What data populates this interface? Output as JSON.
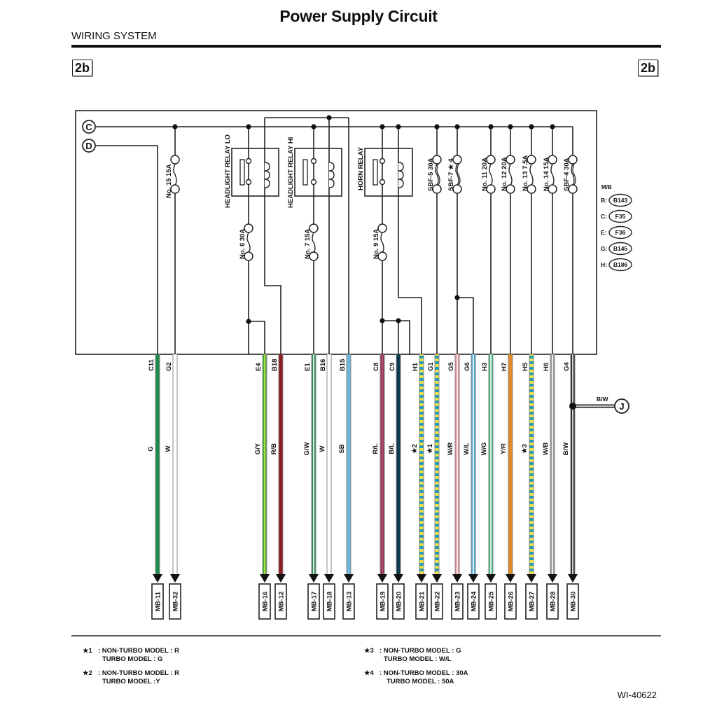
{
  "header": {
    "title": "Power Supply Circuit",
    "section": "WIRING SYSTEM",
    "page_ref_left": "2b",
    "page_ref_right": "2b"
  },
  "terminals": {
    "c": "C",
    "d": "D",
    "j": "J"
  },
  "relays": {
    "headlight_lo": "HEADLIGHT RELAY LO",
    "headlight_hi": "HEADLIGHT RELAY HI",
    "horn": "HORN RELAY"
  },
  "fuses": {
    "no15": "No. 15  15A",
    "no6": "No. 6  30A",
    "no7": "No. 7  15A",
    "no9": "No. 9  15A",
    "sbf5": "SBF-5  30A",
    "sbf7": "SBF-7 ★ 4",
    "no11": "No. 11  20A",
    "no12": "No. 12  20A",
    "no13": "No. 13  7.5A",
    "no14": "No. 14  15A",
    "sbf4": "SBF-4  30A"
  },
  "connector_legend": {
    "title": "M/B",
    "items": [
      {
        "key": "B:",
        "value": "B143"
      },
      {
        "key": "C:",
        "value": "F35"
      },
      {
        "key": "E:",
        "value": "F36"
      },
      {
        "key": "G:",
        "value": "B145"
      },
      {
        "key": "H:",
        "value": "B186"
      }
    ]
  },
  "wires": [
    {
      "pin": "C11",
      "color_code": "G",
      "dest": "MB-11",
      "colors": [
        "#1f8a4c"
      ]
    },
    {
      "pin": "G2",
      "color_code": "W",
      "dest": "MB-32",
      "colors": [
        "#ffffff"
      ]
    },
    {
      "pin": "E4",
      "color_code": "G/Y",
      "dest": "MB-16",
      "colors": [
        "#4aa83a",
        "#c8e650"
      ]
    },
    {
      "pin": "B18",
      "color_code": "R/B",
      "dest": "MB-12",
      "colors": [
        "#8b1d24"
      ]
    },
    {
      "pin": "E1",
      "color_code": "G/W",
      "dest": "MB-17",
      "colors": [
        "#2e8b57",
        "#ffffff"
      ]
    },
    {
      "pin": "B16",
      "color_code": "W",
      "dest": "MB-18",
      "colors": [
        "#ffffff"
      ]
    },
    {
      "pin": "B15",
      "color_code": "SB",
      "dest": "MB-13",
      "colors": [
        "#6bb8d8"
      ]
    },
    {
      "pin": "C8",
      "color_code": "R/L",
      "dest": "MB-19",
      "colors": [
        "#8a3a5a",
        "#c94a6a"
      ]
    },
    {
      "pin": "C9",
      "color_code": "B/L",
      "dest": "MB-20",
      "colors": [
        "#0d3a4a"
      ]
    },
    {
      "pin": "H1",
      "color_code": "★2",
      "dest": "MB-21",
      "colors": [
        "#1e9ab8",
        "#f2e24a"
      ],
      "dashed": true
    },
    {
      "pin": "G1",
      "color_code": "★1",
      "dest": "MB-22",
      "colors": [
        "#1e9ab8",
        "#f2e24a"
      ],
      "dashed": true
    },
    {
      "pin": "G5",
      "color_code": "W/R",
      "dest": "MB-23",
      "colors": [
        "#e88a92",
        "#ffffff"
      ]
    },
    {
      "pin": "G6",
      "color_code": "W/L",
      "dest": "MB-24",
      "colors": [
        "#4aa8d8",
        "#ffffff"
      ]
    },
    {
      "pin": "H3",
      "color_code": "W/G",
      "dest": "MB-25",
      "colors": [
        "#3cb878",
        "#ffffff"
      ]
    },
    {
      "pin": "H7",
      "color_code": "Y/R",
      "dest": "MB-26",
      "colors": [
        "#e08a2a"
      ]
    },
    {
      "pin": "H5",
      "color_code": "★3",
      "dest": "MB-27",
      "colors": [
        "#1e9ab8",
        "#f2e24a"
      ],
      "dashed": true
    },
    {
      "pin": "H6",
      "color_code": "W/B",
      "dest": "MB-28",
      "colors": [
        "#9a9a9a",
        "#ffffff"
      ]
    },
    {
      "pin": "G4",
      "color_code": "B/W",
      "dest": "MB-30",
      "colors": [
        "#222222",
        "#ffffff"
      ]
    }
  ],
  "branch": {
    "label": "B/W"
  },
  "notes": [
    {
      "mark": "★1",
      "line1": ": NON-TURBO MODEL  : R",
      "line2": "TURBO MODEL  : G"
    },
    {
      "mark": "★2",
      "line1": ": NON-TURBO MODEL  : R",
      "line2": "TURBO MODEL  :Y"
    },
    {
      "mark": "★3",
      "line1": ": NON-TURBO MODEL  : G",
      "line2": "TURBO MODEL  : W/L"
    },
    {
      "mark": "★4",
      "line1": ":  NON-TURBO MODEL  : 30A",
      "line2": "TURBO MODEL  : 50A"
    }
  ],
  "figure_id": "WI-40622"
}
